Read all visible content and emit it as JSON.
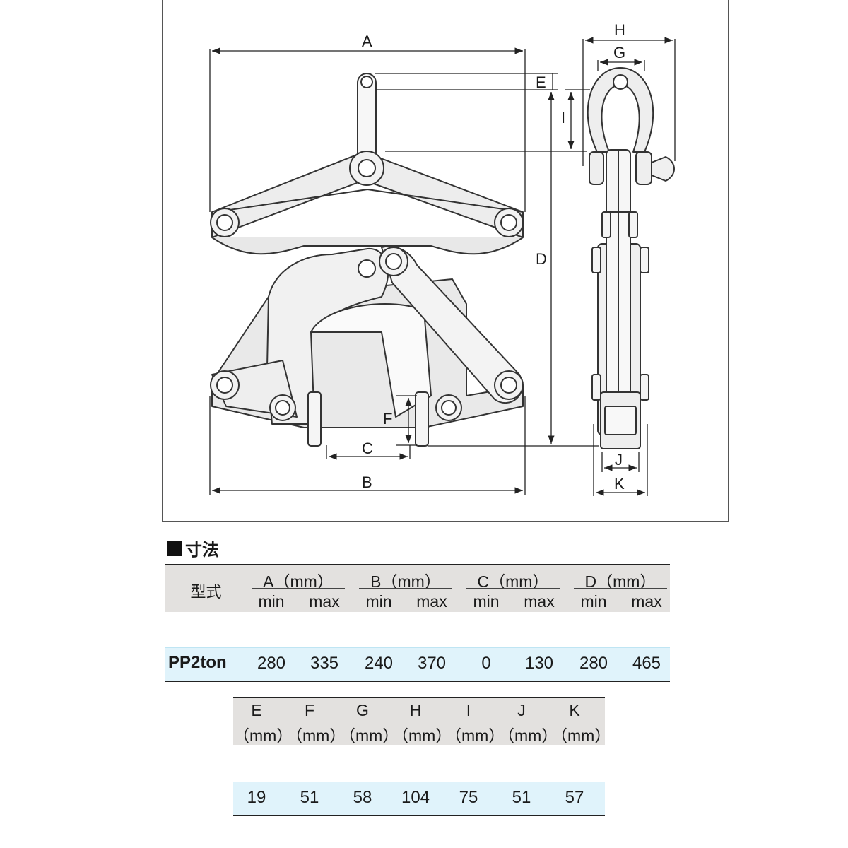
{
  "diagram": {
    "labels": {
      "A": "A",
      "B": "B",
      "C": "C",
      "D": "D",
      "E": "E",
      "F": "F",
      "G": "G",
      "H": "H",
      "I": "I",
      "J": "J",
      "K": "K"
    }
  },
  "section_title": "寸法",
  "table1": {
    "model_header": "型式",
    "groups": [
      "A（mm）",
      "B（mm）",
      "C（mm）",
      "D（mm）"
    ],
    "sub_headers": [
      "min",
      "max",
      "min",
      "max",
      "min",
      "max",
      "min",
      "max"
    ],
    "model": "PP2ton",
    "values": [
      "280",
      "335",
      "240",
      "370",
      "0",
      "130",
      "280",
      "465"
    ]
  },
  "table2": {
    "headers": [
      "E",
      "F",
      "G",
      "H",
      "I",
      "J",
      "K"
    ],
    "unit": "（mm）",
    "values": [
      "19",
      "51",
      "58",
      "104",
      "75",
      "51",
      "57"
    ]
  }
}
